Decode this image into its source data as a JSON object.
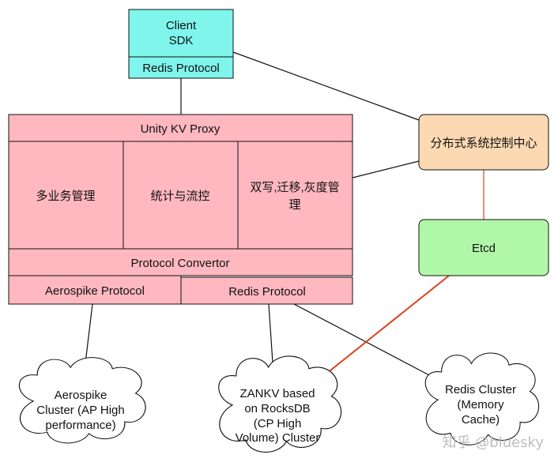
{
  "colors": {
    "client": "#7ff5ec",
    "proxy": "#ffb8bf",
    "control": "#fcd9b2",
    "etcd": "#b1f7a8",
    "cloud": "#ffffff",
    "line": "#111111",
    "red_line": "#d9421e",
    "watermark": "#bdbdbd"
  },
  "client": {
    "line1": "Client",
    "line2": "SDK",
    "protocol": "Redis Protocol"
  },
  "proxy": {
    "title": "Unity KV Proxy",
    "module1": "多业务管理",
    "module2": "统计与流控",
    "module3_line1": "双写,迁移,灰度管",
    "module3_line2": "理",
    "convertor": "Protocol Convertor",
    "aerospike_protocol": "Aerospike Protocol",
    "redis_protocol": "Redis Protocol"
  },
  "control_center": {
    "label": "分布式系统控制中心"
  },
  "etcd": {
    "label": "Etcd"
  },
  "clusters": {
    "aerospike": [
      "Aerospike",
      "Cluster (AP High",
      "performance)"
    ],
    "zankv": [
      "ZANKV based",
      "on RocksDB",
      "(CP High",
      "Volume) Cluster"
    ],
    "redis": [
      "Redis Cluster",
      "(Memory",
      "Cache)"
    ]
  },
  "watermark": "知乎 @bluesky"
}
